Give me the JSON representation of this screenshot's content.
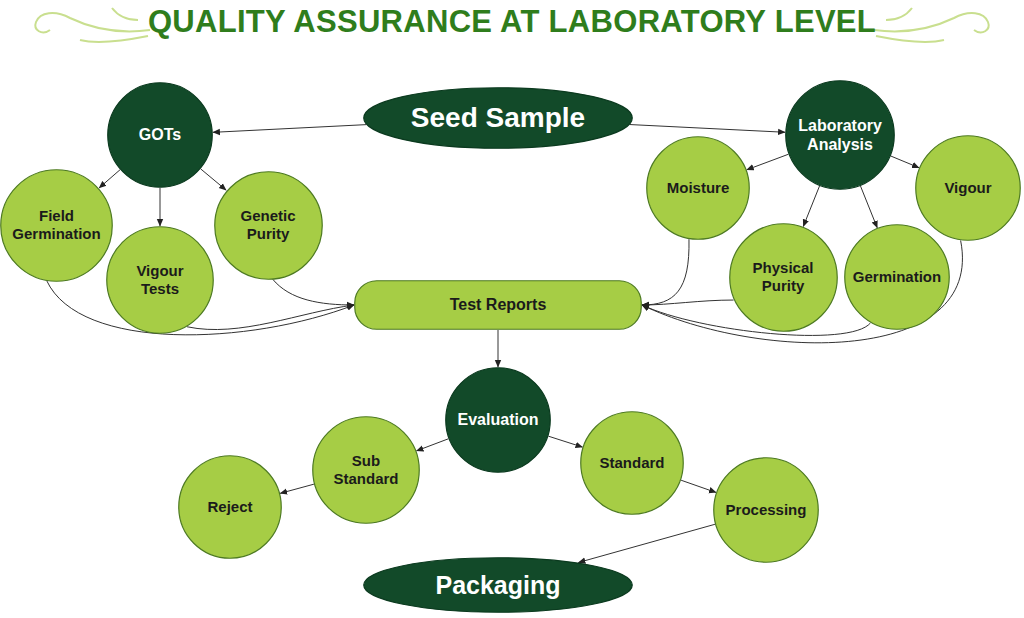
{
  "diagram": {
    "title": "QUALITY ASSURANCE AT LABORATORY LEVEL",
    "nodes": [
      {
        "text": [
          "Seed Sample"
        ]
      },
      {
        "text": [
          "GOTs"
        ]
      },
      {
        "text": [
          "Laboratory Analysis"
        ]
      },
      {
        "text": [
          "Field Germination"
        ]
      },
      {
        "text": [
          "Vigour Tests"
        ]
      },
      {
        "text": [
          "Genetic Purity"
        ]
      },
      {
        "text": [
          "Moisture"
        ]
      },
      {
        "text": [
          "Physical Purity"
        ]
      },
      {
        "text": [
          "Germination"
        ]
      },
      {
        "text": [
          "Vigour"
        ]
      },
      {
        "text": [
          "Test Reports"
        ]
      },
      {
        "text": [
          "Evaluation"
        ]
      },
      {
        "text": [
          "Sub Standard"
        ]
      },
      {
        "text": [
          "Standard"
        ]
      },
      {
        "text": [
          "Reject"
        ]
      },
      {
        "text": [
          "Processing"
        ]
      },
      {
        "text": [
          "Packaging"
        ]
      }
    ],
    "edges": [
      {
        "from": 0,
        "to": 1,
        "arrow": "to"
      },
      {
        "from": 0,
        "to": 2,
        "arrow": "to"
      },
      {
        "from": 1,
        "to": 3,
        "arrow": "to"
      },
      {
        "from": 1,
        "to": 4,
        "arrow": "to"
      },
      {
        "from": 1,
        "to": 5,
        "arrow": "to"
      },
      {
        "from": 2,
        "to": 6,
        "arrow": "to"
      },
      {
        "from": 2,
        "to": 7,
        "arrow": "to"
      },
      {
        "from": 2,
        "to": 8,
        "arrow": "to"
      },
      {
        "from": 2,
        "to": 9,
        "arrow": "to"
      },
      {
        "from": 3,
        "to": 10,
        "arrow": "to"
      },
      {
        "from": 4,
        "to": 10,
        "arrow": "to"
      },
      {
        "from": 5,
        "to": 10,
        "arrow": "to"
      },
      {
        "from": 6,
        "to": 10,
        "arrow": "to"
      },
      {
        "from": 7,
        "to": 10,
        "arrow": "to"
      },
      {
        "from": 8,
        "to": 10,
        "arrow": "to"
      },
      {
        "from": 9,
        "to": 10,
        "arrow": "to"
      },
      {
        "from": 10,
        "to": 11,
        "arrow": "to"
      },
      {
        "from": 11,
        "to": 12,
        "arrow": "to"
      },
      {
        "from": 11,
        "to": 13,
        "arrow": "to"
      },
      {
        "from": 12,
        "to": 14,
        "arrow": "to"
      },
      {
        "from": 13,
        "to": 15,
        "arrow": "to"
      },
      {
        "from": 15,
        "to": 16,
        "arrow": "to"
      }
    ]
  }
}
